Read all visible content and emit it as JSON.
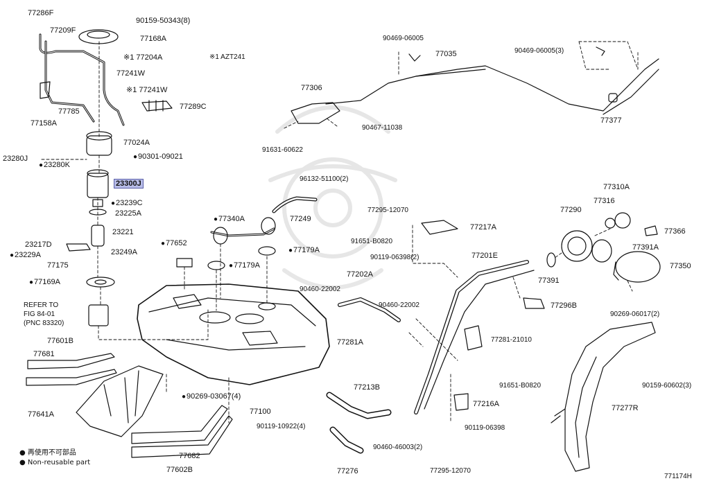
{
  "diagram": {
    "ref_code": "771174H",
    "refer_note": [
      "REFER TO",
      "FIG 84-01",
      "(PNC 83320)"
    ],
    "legend": [
      {
        "mark": "●",
        "text": "再使用不可部品"
      },
      {
        "mark": "●",
        "text": "Non-reusable part"
      }
    ],
    "note_azt": "※1 AZT241",
    "labels": {
      "p77286F": "77286F",
      "p90159_50343": "90159-50343(8)",
      "p77209F": "77209F",
      "p77168A": "77168A",
      "p77204A": "※1 77204A",
      "p77241W_a": "77241W",
      "p77241W_b": "※1 77241W",
      "p77289C": "77289C",
      "p77785": "77785",
      "p77158A": "77158A",
      "p77024A": "77024A",
      "p90301": "90301-09021",
      "p23280J": "23280J",
      "p23280K": "23280K",
      "p23300J": "23300J",
      "p23239C": "23239C",
      "p23225A": "23225A",
      "p23221": "23221",
      "p23217D": "23217D",
      "p23229A": "23229A",
      "p23249A": "23249A",
      "p77175": "77175",
      "p77169A": "77169A",
      "p77601B": "77601B",
      "p77681": "77681",
      "p77641A": "77641A",
      "p77652": "77652",
      "p77340A": "77340A",
      "p77179A_a": "77179A",
      "p77179A_b": "77179A",
      "p77249": "77249",
      "p96132": "96132-51100(2)",
      "p90269_03067": "90269-03067(4)",
      "p77100": "77100",
      "p90119_10922": "90119-10922(4)",
      "p77682": "77682",
      "p77602B": "77602B",
      "p90469_06005": "90469-06005",
      "p77035": "77035",
      "p90469_06005_3": "90469-06005(3)",
      "p77306": "77306",
      "p90467": "90467-11038",
      "p91631": "91631-60622",
      "p77377": "77377",
      "p77295_a": "77295-12070",
      "p77217A": "77217A",
      "p91651_a": "91651-B0820",
      "p90119_06398_2": "90119-06398(2)",
      "p90460_22002_a": "90460-22002",
      "p77202A": "77202A",
      "p90460_22002_b": "90460-22002",
      "p77281A": "77281A",
      "p77213B": "77213B",
      "p90460_46003": "90460-46003(2)",
      "p77276": "77276",
      "p77201E": "77201E",
      "p77296B": "77296B",
      "p77281_21010": "77281-21010",
      "p91651_b": "91651-B0820",
      "p77216A": "77216A",
      "p90119_06398": "90119-06398",
      "p77295_b": "77295-12070",
      "p77290": "77290",
      "p77310A": "77310A",
      "p77316": "77316",
      "p77366": "77366",
      "p77391A": "77391A",
      "p77350": "77350",
      "p77391": "77391",
      "p90269_06017": "90269-06017(2)",
      "p90159_60602": "90159-60602(3)",
      "p77277R": "77277R"
    }
  }
}
